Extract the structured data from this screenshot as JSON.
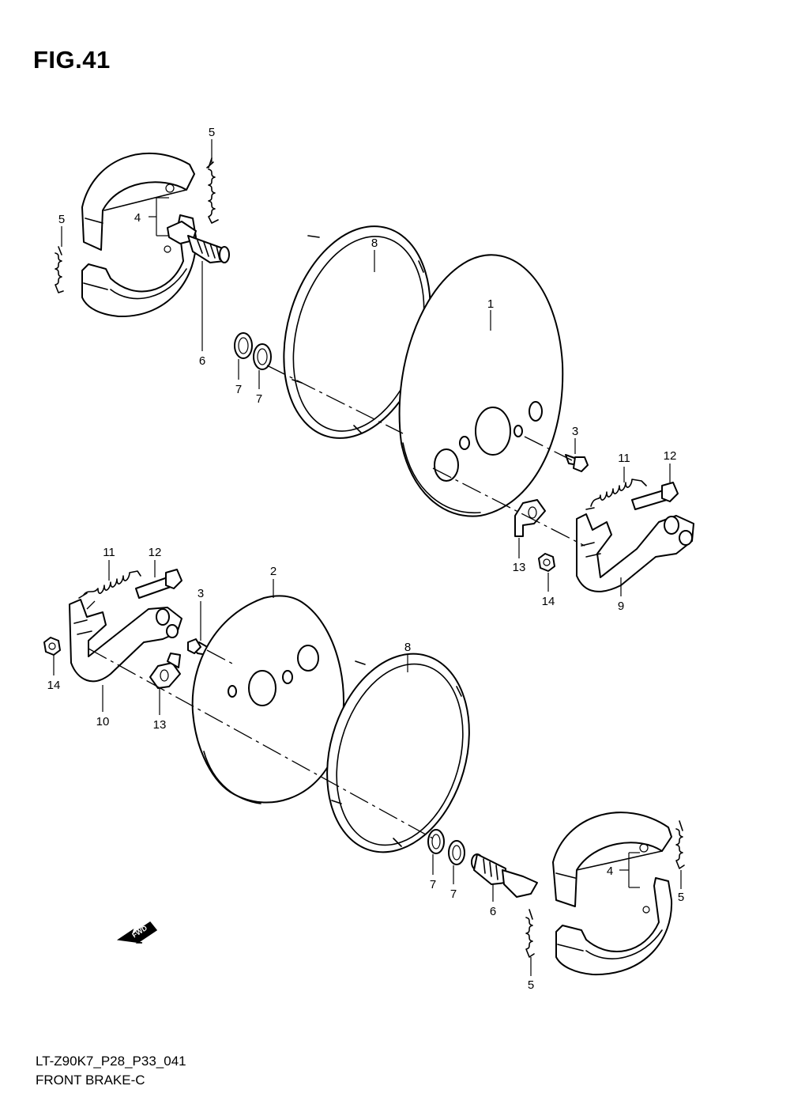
{
  "figure": {
    "title": "FIG.41"
  },
  "footer": {
    "code": "LT-Z90K7_P28_P33_041",
    "name": "FRONT BRAKE-C"
  },
  "fwd_label": "FWD",
  "callouts": {
    "c1": "1",
    "c2": "2",
    "c3a": "3",
    "c3b": "3",
    "c4a": "4",
    "c4b": "4",
    "c5a": "5",
    "c5b": "5",
    "c5c": "5",
    "c5d": "5",
    "c6a": "6",
    "c6b": "6",
    "c7a": "7",
    "c7b": "7",
    "c7c": "7",
    "c7d": "7",
    "c8a": "8",
    "c8b": "8",
    "c9": "9",
    "c10": "10",
    "c11a": "11",
    "c11b": "11",
    "c12a": "12",
    "c12b": "12",
    "c13a": "13",
    "c13b": "13",
    "c14a": "14",
    "c14b": "14"
  }
}
